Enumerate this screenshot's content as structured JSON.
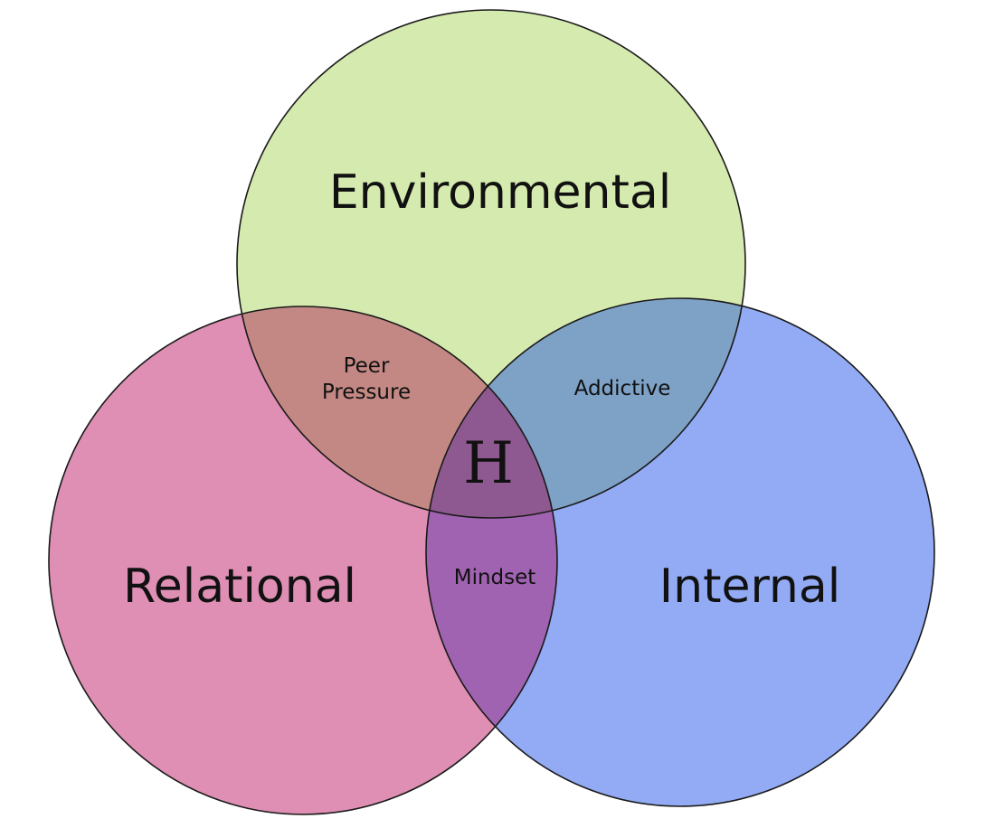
{
  "diagram": {
    "sets": [
      {
        "id": "environmental",
        "label": "Environmental",
        "color": "#d5eaae"
      },
      {
        "id": "relational",
        "label": "Relational",
        "color": "#de8fb3"
      },
      {
        "id": "internal",
        "label": "Internal",
        "color": "#93abf4"
      }
    ],
    "intersections": {
      "environmental_relational": {
        "label_line1": "Peer",
        "label_line2": "Pressure",
        "color": "#c38884"
      },
      "environmental_internal": {
        "label": "Addictive",
        "color": "#7ea1c6"
      },
      "relational_internal": {
        "label": "Mindset",
        "color": "#a063b1"
      },
      "all": {
        "label": "H",
        "color": "#8e5990"
      }
    }
  }
}
